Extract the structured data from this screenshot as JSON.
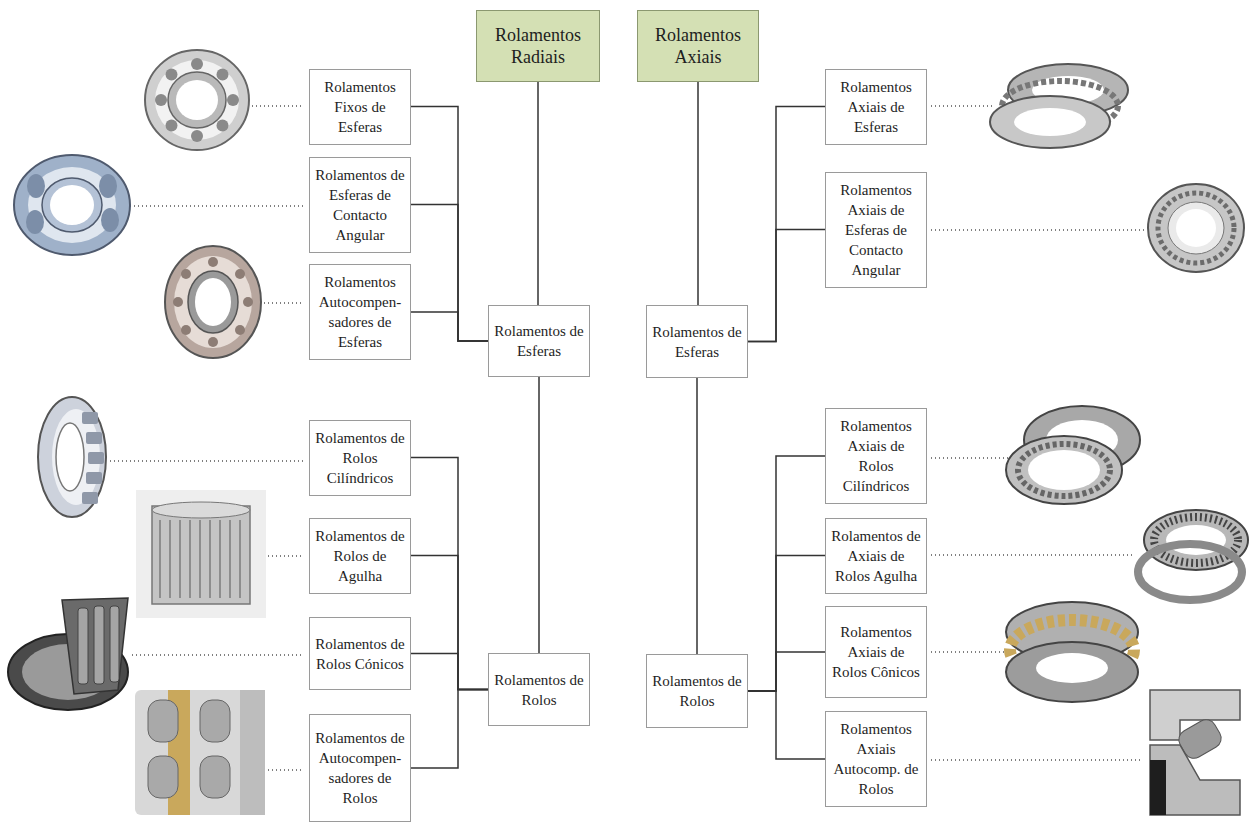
{
  "diagram": {
    "nodes": [
      {
        "text": [
          "Rolamentos Radiais"
        ]
      },
      {
        "text": [
          "Rolamentos Axiais"
        ]
      },
      {
        "text": [
          "Rolamentos Fixos de Esferas"
        ]
      },
      {
        "text": [
          "Rolamentos de Esferas de Contacto Angular"
        ]
      },
      {
        "text": [
          "Rolamentos Autocompen- sadores de Esferas"
        ]
      },
      {
        "text": [
          "Rolamentos de Esferas"
        ]
      },
      {
        "text": [
          "Rolamentos de Rolos Cilíndricos"
        ]
      },
      {
        "text": [
          "Rolamentos de Rolos de Agulha"
        ]
      },
      {
        "text": [
          "Rolamentos de Rolos Cónicos"
        ]
      },
      {
        "text": [
          "Rolamentos de Autocompen- sadores de Rolos"
        ]
      },
      {
        "text": [
          "Rolamentos de Rolos"
        ]
      },
      {
        "text": [
          "Rolamentos Axiais de Esferas"
        ]
      },
      {
        "text": [
          "Rolamentos Axiais de Esferas de Contacto Angular"
        ]
      },
      {
        "text": [
          "Rolamentos de Esferas"
        ]
      },
      {
        "text": [
          "Rolamentos Axiais de Rolos Cilíndricos"
        ]
      },
      {
        "text": [
          "Rolamentos de Axiais de Rolos Agulha"
        ]
      },
      {
        "text": [
          "Rolamentos Axiais de Rolos Cônicos"
        ]
      },
      {
        "text": [
          "Rolamentos Axiais Autocomp. de Rolos"
        ]
      },
      {
        "text": [
          "Rolamentos de Rolos"
        ]
      }
    ],
    "edges": [
      {
        "from": 0,
        "to": 5,
        "arrow": "none"
      },
      {
        "from": 5,
        "to": 10,
        "arrow": "none"
      },
      {
        "from": 5,
        "to": 2,
        "arrow": "none"
      },
      {
        "from": 5,
        "to": 3,
        "arrow": "none"
      },
      {
        "from": 5,
        "to": 4,
        "arrow": "none"
      },
      {
        "from": 10,
        "to": 6,
        "arrow": "none"
      },
      {
        "from": 10,
        "to": 7,
        "arrow": "none"
      },
      {
        "from": 10,
        "to": 8,
        "arrow": "none"
      },
      {
        "from": 10,
        "to": 9,
        "arrow": "none"
      },
      {
        "from": 1,
        "to": 13,
        "arrow": "none"
      },
      {
        "from": 13,
        "to": 18,
        "arrow": "none"
      },
      {
        "from": 13,
        "to": 11,
        "arrow": "none"
      },
      {
        "from": 13,
        "to": 12,
        "arrow": "none"
      },
      {
        "from": 18,
        "to": 14,
        "arrow": "none"
      },
      {
        "from": 18,
        "to": 15,
        "arrow": "none"
      },
      {
        "from": 18,
        "to": 16,
        "arrow": "none"
      },
      {
        "from": 18,
        "to": 17,
        "arrow": "none"
      }
    ]
  }
}
